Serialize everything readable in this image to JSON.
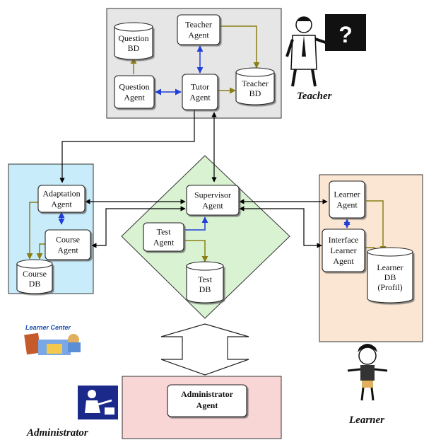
{
  "agents": {
    "teacher_agent": [
      "Teacher",
      "Agent"
    ],
    "question_agent": [
      "Question",
      "Agent"
    ],
    "tutor_agent": [
      "Tutor",
      "Agent"
    ],
    "adaptation_agent": [
      "Adaptation",
      "Agent"
    ],
    "course_agent": [
      "Course",
      "Agent"
    ],
    "supervisor_agent": [
      "Supervisor",
      "Agent"
    ],
    "test_agent": [
      "Test",
      "Agent"
    ],
    "learner_agent": [
      "Learner",
      "Agent"
    ],
    "interface_learner_agent": [
      "Interface",
      "Learner",
      "Agent"
    ],
    "administrator_agent": [
      "Administrator",
      "Agent"
    ]
  },
  "databases": {
    "question_bd": [
      "Question",
      "BD"
    ],
    "teacher_bd": [
      "Teacher",
      "BD"
    ],
    "course_db": [
      "Course",
      "DB"
    ],
    "test_db": [
      "Test",
      "DB"
    ],
    "learner_db": [
      "Learner",
      "DB",
      "(Profil)"
    ]
  },
  "captions": {
    "teacher": "Teacher",
    "learner": "Learner",
    "administrator": "Administrator"
  },
  "logo": {
    "learner_center": "Learner Center"
  },
  "colors": {
    "teacher_zone": "#e6e6e6",
    "course_zone": "#c9ecfa",
    "supervisor_zone": "#d9f2d2",
    "learner_zone": "#fbe6d4",
    "admin_zone": "#f9d6d6",
    "blue_arrow": "#1f3fd8",
    "olive_arrow": "#8a7f15",
    "black_arrow": "#000000"
  }
}
